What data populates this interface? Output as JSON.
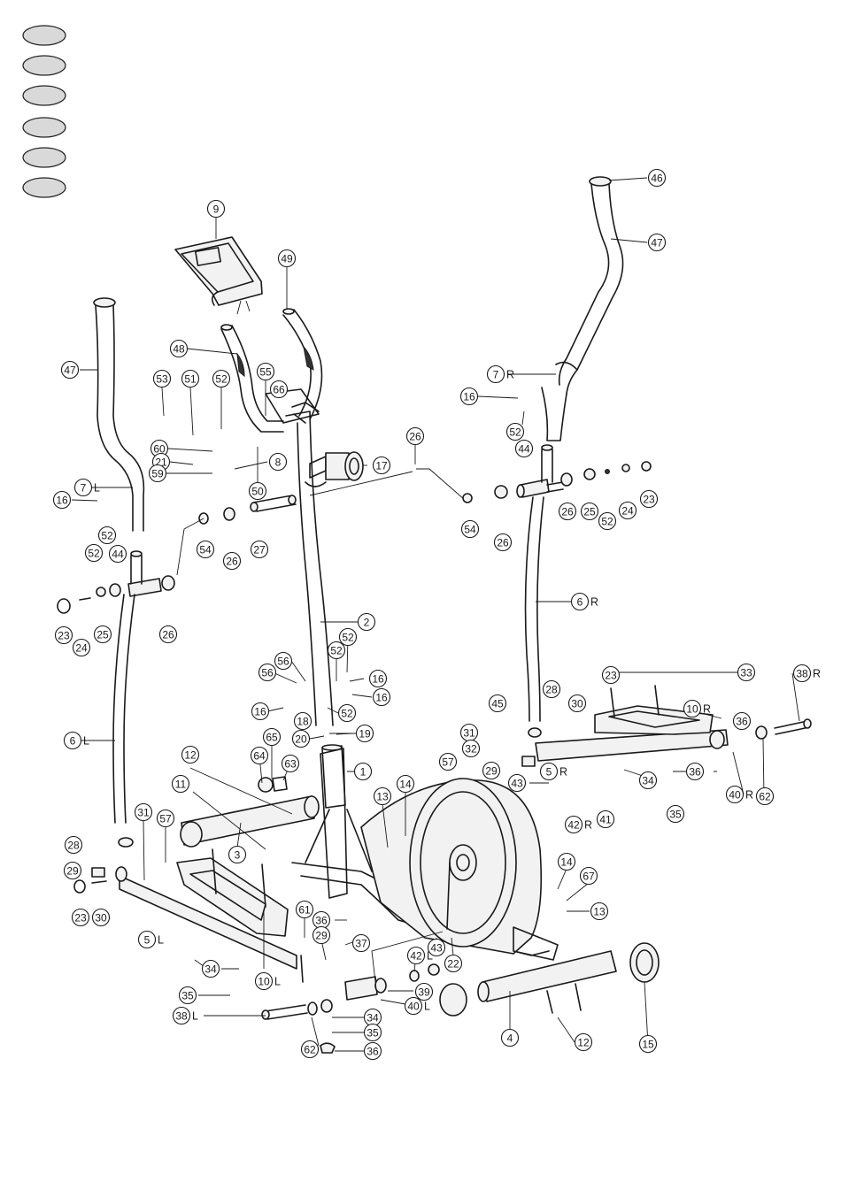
{
  "callouts": [
    {
      "label": "46",
      "suffix": ""
    },
    {
      "label": "47",
      "suffix": ""
    },
    {
      "label": "9",
      "suffix": ""
    },
    {
      "label": "49",
      "suffix": ""
    },
    {
      "label": "48",
      "suffix": ""
    },
    {
      "label": "47",
      "suffix": ""
    },
    {
      "label": "7",
      "suffix": "R"
    },
    {
      "label": "16",
      "suffix": ""
    },
    {
      "label": "52",
      "suffix": ""
    },
    {
      "label": "44",
      "suffix": ""
    },
    {
      "label": "53",
      "suffix": ""
    },
    {
      "label": "51",
      "suffix": ""
    },
    {
      "label": "52",
      "suffix": ""
    },
    {
      "label": "55",
      "suffix": ""
    },
    {
      "label": "66",
      "suffix": ""
    },
    {
      "label": "60",
      "suffix": ""
    },
    {
      "label": "21",
      "suffix": ""
    },
    {
      "label": "59",
      "suffix": ""
    },
    {
      "label": "8",
      "suffix": ""
    },
    {
      "label": "50",
      "suffix": ""
    },
    {
      "label": "17",
      "suffix": ""
    },
    {
      "label": "26",
      "suffix": ""
    },
    {
      "label": "7",
      "suffix": "L"
    },
    {
      "label": "16",
      "suffix": ""
    },
    {
      "label": "52",
      "suffix": ""
    },
    {
      "label": "44",
      "suffix": ""
    },
    {
      "label": "54",
      "suffix": ""
    },
    {
      "label": "26",
      "suffix": ""
    },
    {
      "label": "27",
      "suffix": ""
    },
    {
      "label": "54",
      "suffix": ""
    },
    {
      "label": "26",
      "suffix": ""
    },
    {
      "label": "26",
      "suffix": ""
    },
    {
      "label": "25",
      "suffix": ""
    },
    {
      "label": "52",
      "suffix": ""
    },
    {
      "label": "24",
      "suffix": ""
    },
    {
      "label": "23",
      "suffix": ""
    },
    {
      "label": "52",
      "suffix": ""
    },
    {
      "label": "23",
      "suffix": ""
    },
    {
      "label": "24",
      "suffix": ""
    },
    {
      "label": "25",
      "suffix": ""
    },
    {
      "label": "26",
      "suffix": ""
    },
    {
      "label": "6",
      "suffix": "R"
    },
    {
      "label": "2",
      "suffix": ""
    },
    {
      "label": "52",
      "suffix": ""
    },
    {
      "label": "56",
      "suffix": ""
    },
    {
      "label": "56",
      "suffix": ""
    },
    {
      "label": "52",
      "suffix": ""
    },
    {
      "label": "16",
      "suffix": ""
    },
    {
      "label": "16",
      "suffix": ""
    },
    {
      "label": "16",
      "suffix": ""
    },
    {
      "label": "18",
      "suffix": ""
    },
    {
      "label": "52",
      "suffix": ""
    },
    {
      "label": "20",
      "suffix": ""
    },
    {
      "label": "19",
      "suffix": ""
    },
    {
      "label": "6",
      "suffix": "L"
    },
    {
      "label": "23",
      "suffix": ""
    },
    {
      "label": "33",
      "suffix": ""
    },
    {
      "label": "38",
      "suffix": "R"
    },
    {
      "label": "45",
      "suffix": ""
    },
    {
      "label": "28",
      "suffix": ""
    },
    {
      "label": "30",
      "suffix": ""
    },
    {
      "label": "10",
      "suffix": "R"
    },
    {
      "label": "36",
      "suffix": ""
    },
    {
      "label": "31",
      "suffix": ""
    },
    {
      "label": "32",
      "suffix": ""
    },
    {
      "label": "57",
      "suffix": ""
    },
    {
      "label": "29",
      "suffix": ""
    },
    {
      "label": "5",
      "suffix": "R"
    },
    {
      "label": "34",
      "suffix": ""
    },
    {
      "label": "36",
      "suffix": ""
    },
    {
      "label": "43",
      "suffix": ""
    },
    {
      "label": "42",
      "suffix": "R"
    },
    {
      "label": "41",
      "suffix": ""
    },
    {
      "label": "35",
      "suffix": ""
    },
    {
      "label": "40",
      "suffix": "R"
    },
    {
      "label": "62",
      "suffix": ""
    },
    {
      "label": "12",
      "suffix": ""
    },
    {
      "label": "64",
      "suffix": ""
    },
    {
      "label": "65",
      "suffix": ""
    },
    {
      "label": "63",
      "suffix": ""
    },
    {
      "label": "1",
      "suffix": ""
    },
    {
      "label": "11",
      "suffix": ""
    },
    {
      "label": "13",
      "suffix": ""
    },
    {
      "label": "14",
      "suffix": ""
    },
    {
      "label": "31",
      "suffix": ""
    },
    {
      "label": "57",
      "suffix": ""
    },
    {
      "label": "3",
      "suffix": ""
    },
    {
      "label": "28",
      "suffix": ""
    },
    {
      "label": "29",
      "suffix": ""
    },
    {
      "label": "23",
      "suffix": ""
    },
    {
      "label": "30",
      "suffix": ""
    },
    {
      "label": "14",
      "suffix": ""
    },
    {
      "label": "67",
      "suffix": ""
    },
    {
      "label": "13",
      "suffix": ""
    },
    {
      "label": "61",
      "suffix": ""
    },
    {
      "label": "36",
      "suffix": ""
    },
    {
      "label": "29",
      "suffix": ""
    },
    {
      "label": "37",
      "suffix": ""
    },
    {
      "label": "43",
      "suffix": ""
    },
    {
      "label": "42",
      "suffix": "L"
    },
    {
      "label": "22",
      "suffix": ""
    },
    {
      "label": "5",
      "suffix": "L"
    },
    {
      "label": "34",
      "suffix": ""
    },
    {
      "label": "10",
      "suffix": "L"
    },
    {
      "label": "35",
      "suffix": ""
    },
    {
      "label": "39",
      "suffix": ""
    },
    {
      "label": "40",
      "suffix": "L"
    },
    {
      "label": "38",
      "suffix": "L"
    },
    {
      "label": "34",
      "suffix": ""
    },
    {
      "label": "35",
      "suffix": ""
    },
    {
      "label": "62",
      "suffix": ""
    },
    {
      "label": "36",
      "suffix": ""
    },
    {
      "label": "4",
      "suffix": ""
    },
    {
      "label": "12",
      "suffix": ""
    },
    {
      "label": "15",
      "suffix": ""
    }
  ],
  "language_badges": [
    {
      "id": "badge-1"
    },
    {
      "id": "badge-2"
    },
    {
      "id": "badge-3"
    },
    {
      "id": "badge-4"
    },
    {
      "id": "badge-5"
    },
    {
      "id": "badge-6"
    }
  ]
}
